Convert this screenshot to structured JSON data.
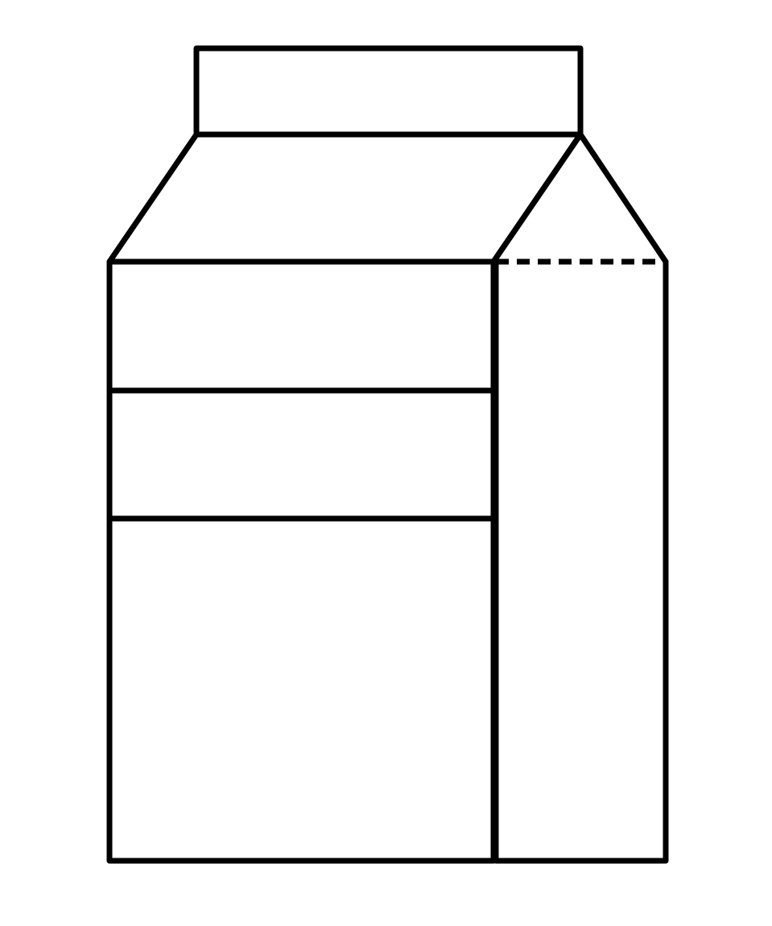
{
  "diagram": {
    "subject": "milk-carton-outline",
    "stroke_color": "#000000",
    "background_color": "#ffffff",
    "parts": [
      "cap",
      "front-roof",
      "side-roof",
      "front-panel-top-band",
      "front-panel-middle-band",
      "front-panel-bottom",
      "side-panel",
      "hidden-top-edge"
    ]
  }
}
